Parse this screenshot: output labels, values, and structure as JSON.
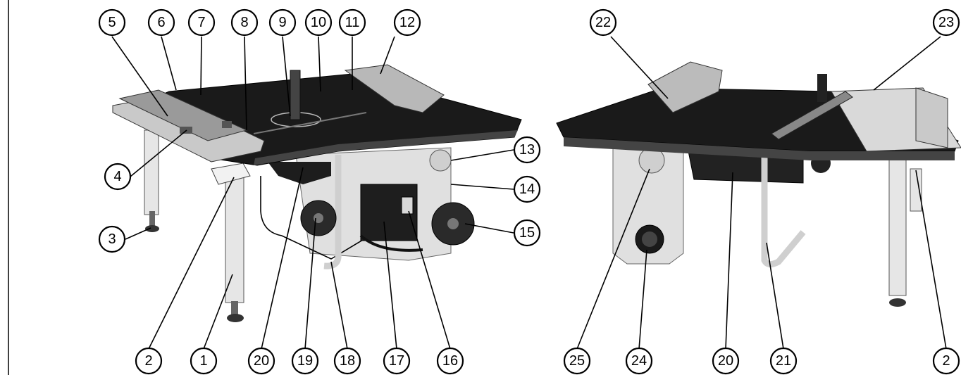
{
  "figure": {
    "left_view": {
      "callouts": [
        "1",
        "2",
        "3",
        "4",
        "5",
        "6",
        "7",
        "8",
        "9",
        "10",
        "11",
        "12",
        "13",
        "14",
        "15",
        "16",
        "17",
        "18",
        "19",
        "20"
      ]
    },
    "right_view": {
      "callouts": [
        "2",
        "20",
        "21",
        "22",
        "23",
        "24",
        "25"
      ]
    }
  },
  "colors": {
    "table_top": "#1a1a1a",
    "cabinet": "#e0e0e0",
    "legs": "#e6e6e6",
    "motor": "#222222",
    "outline": "#000000"
  }
}
